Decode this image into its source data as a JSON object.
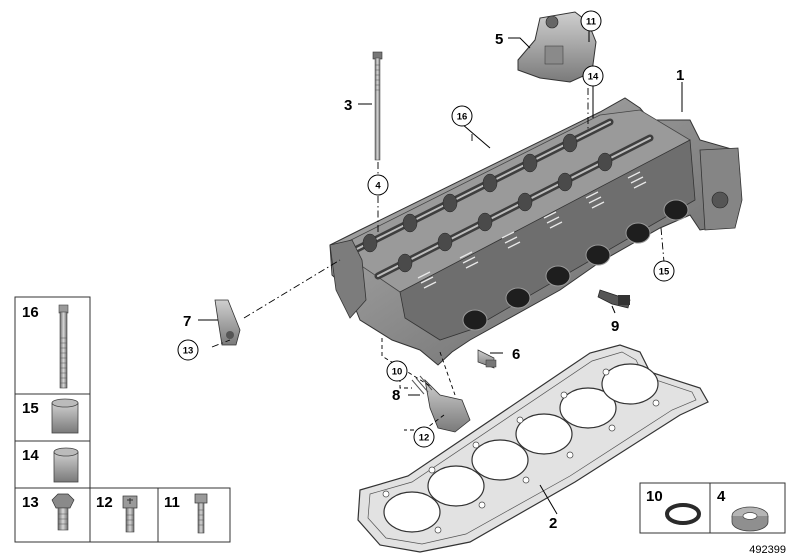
{
  "callouts": {
    "c1": "1",
    "c2": "2",
    "c3": "3",
    "c4": "4",
    "c5": "5",
    "c6": "6",
    "c7": "7",
    "c8": "8",
    "c9": "9",
    "c10": "10",
    "c11": "11",
    "c12": "12",
    "c13": "13",
    "c14": "14",
    "c15": "15",
    "c16": "16"
  },
  "legend_left": {
    "r16": "16",
    "r15": "15",
    "r14": "14",
    "r13": "13",
    "r12": "12",
    "r11": "11"
  },
  "legend_right": {
    "r10": "10",
    "r4": "4"
  },
  "reference_number": "492399",
  "colors": {
    "metal_dark": "#5a5a5a",
    "metal_mid": "#8c8c8c",
    "metal_light": "#c4c4c4",
    "gasket": "#d6d6d6"
  }
}
